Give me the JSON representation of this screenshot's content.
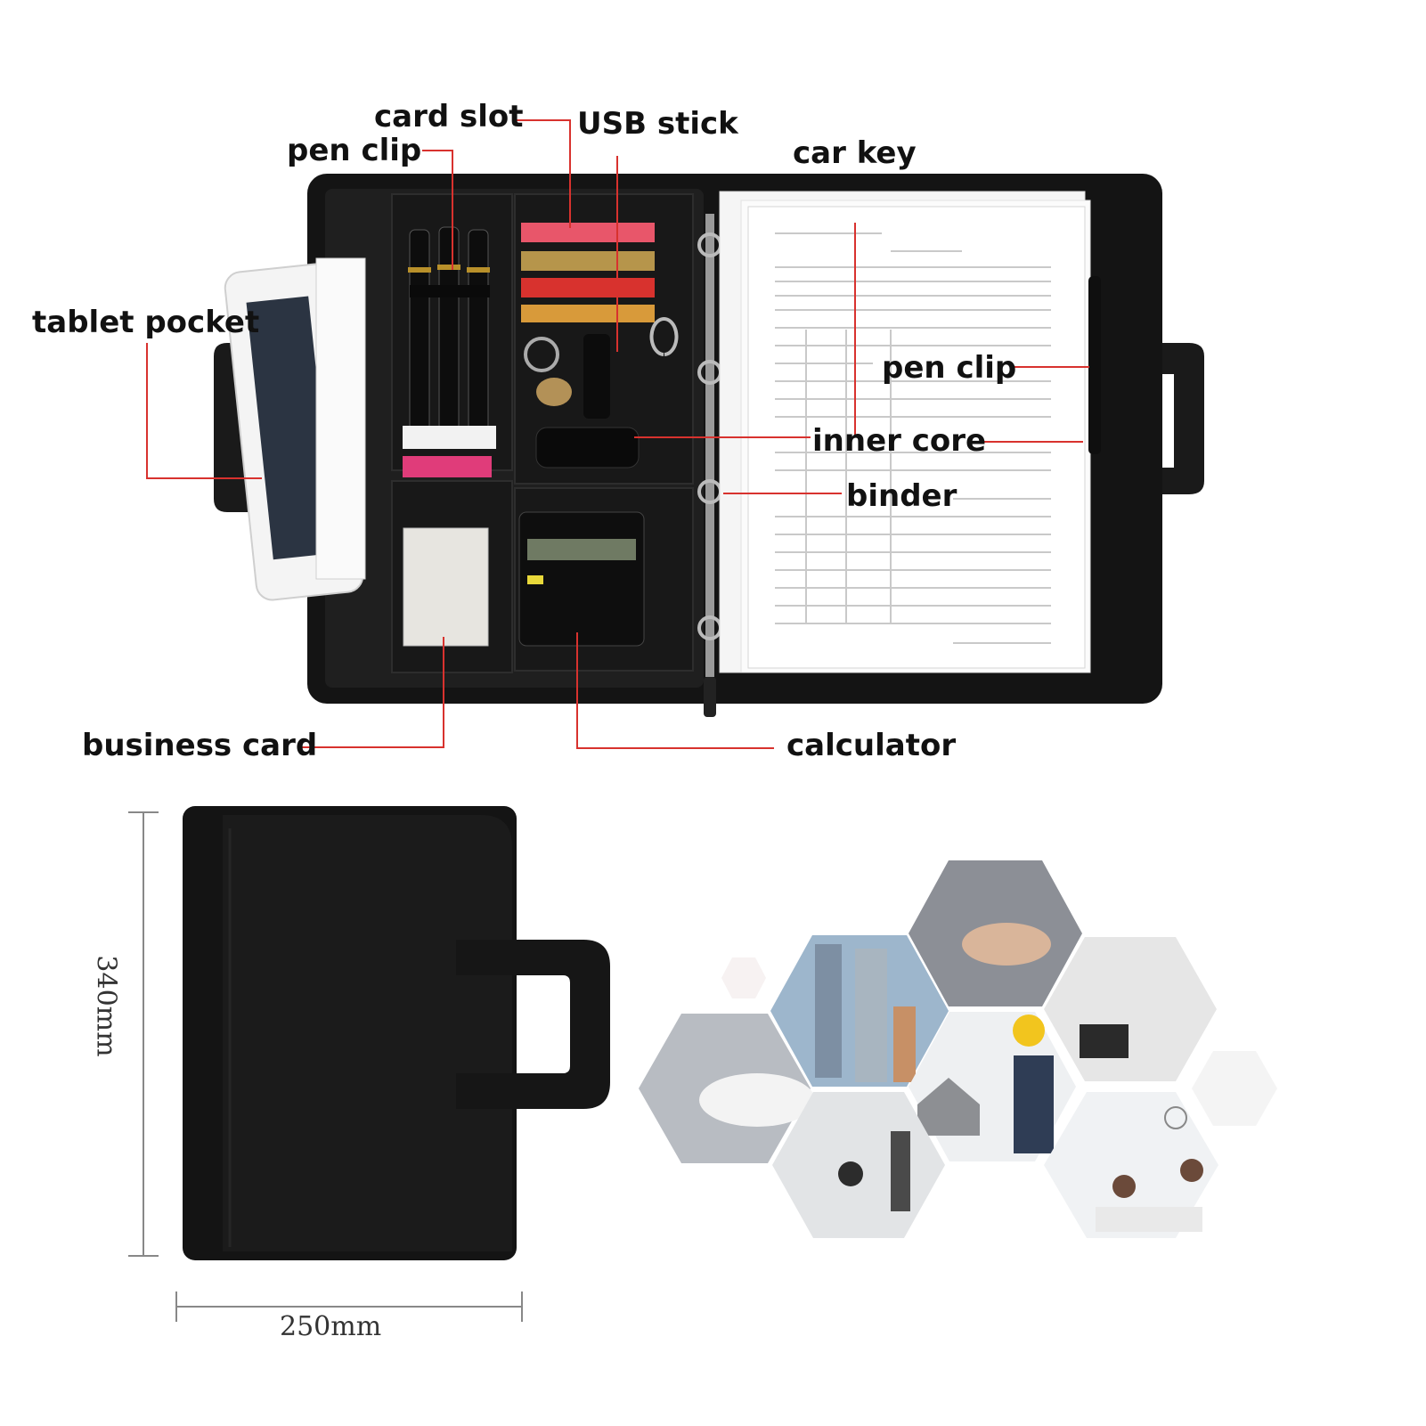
{
  "labels": {
    "card_slot": "card slot",
    "pen_clip_top": "pen clip",
    "usb_stick": "USB stick",
    "car_key": "car key",
    "tablet_pocket": "tablet pocket",
    "pen_clip_right": "pen clip",
    "inner_core": "inner core",
    "binder": "binder",
    "business_card": "business card",
    "calculator": "calculator"
  },
  "dimensions": {
    "height": "340mm",
    "width": "250mm"
  },
  "colors": {
    "leader": "#d8322e",
    "folio": "#141414",
    "label": "#111111"
  }
}
